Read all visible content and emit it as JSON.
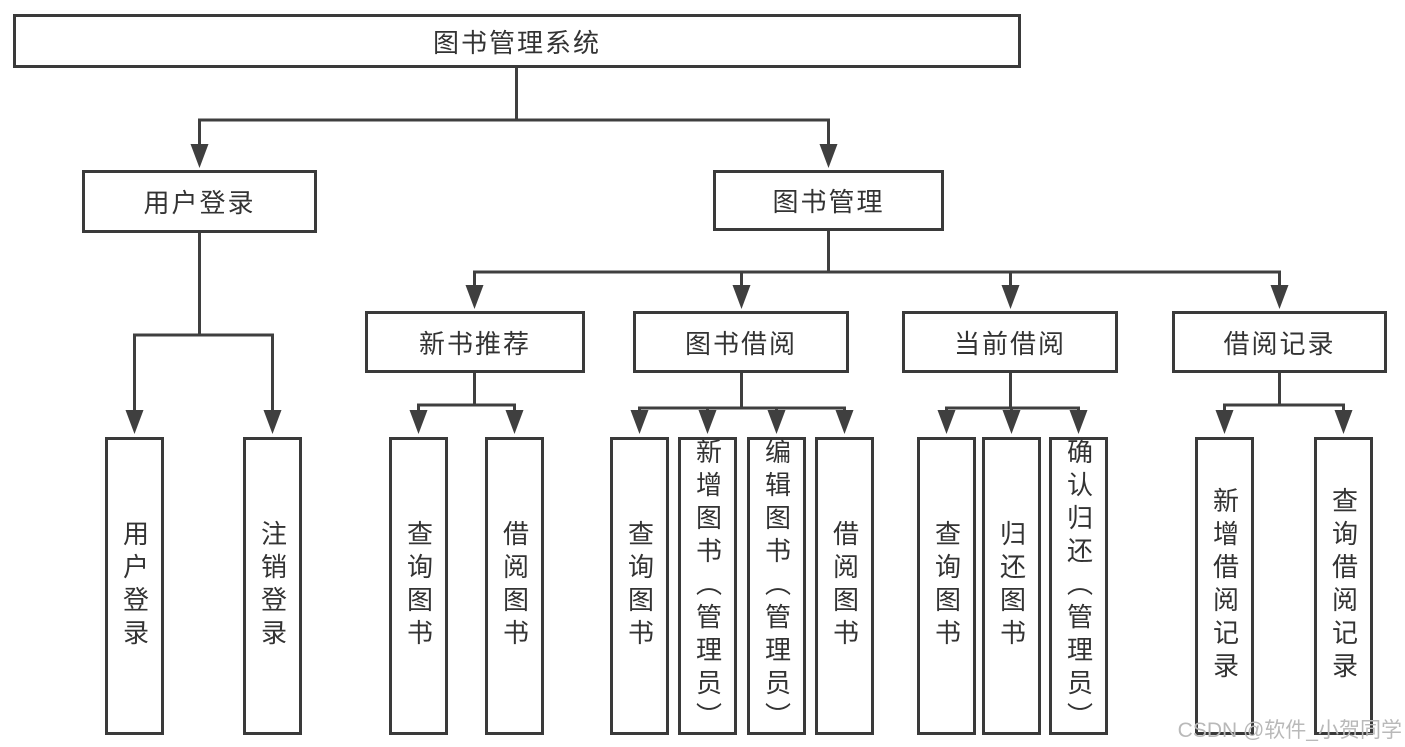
{
  "diagram": {
    "type": "hierarchy-tree",
    "watermark": "CSDN @软件_小贺同学"
  },
  "colors": {
    "line": "#3f3f3f",
    "border": "#3a3a3a",
    "text": "#333333",
    "watermark": "#b9b9b9",
    "background": "#ffffff"
  },
  "nodes": {
    "root": {
      "label": "图书管理系统"
    },
    "user_login": {
      "label": "用户登录"
    },
    "book_mgmt": {
      "label": "图书管理"
    },
    "new_book_rec": {
      "label": "新书推荐"
    },
    "book_borrow": {
      "label": "图书借阅"
    },
    "current_borrow": {
      "label": "当前借阅"
    },
    "borrow_records": {
      "label": "借阅记录"
    },
    "leaf_user_login": {
      "label": "用户登录"
    },
    "leaf_logout": {
      "label": "注销登录"
    },
    "leaf_rec_query": {
      "label": "查询图书"
    },
    "leaf_rec_borrow": {
      "label": "借阅图书"
    },
    "leaf_bb_query": {
      "label": "查询图书"
    },
    "leaf_bb_add": {
      "label": "新增图书（管理员）"
    },
    "leaf_bb_edit": {
      "label": "编辑图书（管理员）"
    },
    "leaf_bb_borrow": {
      "label": "借阅图书"
    },
    "leaf_cb_query": {
      "label": "查询图书"
    },
    "leaf_cb_return": {
      "label": "归还图书"
    },
    "leaf_cb_confirm": {
      "label": "确认归还（管理员）"
    },
    "leaf_br_add": {
      "label": "新增借阅记录"
    },
    "leaf_br_query": {
      "label": "查询借阅记录"
    }
  },
  "edges": [
    [
      "root",
      "user_login"
    ],
    [
      "root",
      "book_mgmt"
    ],
    [
      "user_login",
      "leaf_user_login"
    ],
    [
      "user_login",
      "leaf_logout"
    ],
    [
      "book_mgmt",
      "new_book_rec"
    ],
    [
      "book_mgmt",
      "book_borrow"
    ],
    [
      "book_mgmt",
      "current_borrow"
    ],
    [
      "book_mgmt",
      "borrow_records"
    ],
    [
      "new_book_rec",
      "leaf_rec_query"
    ],
    [
      "new_book_rec",
      "leaf_rec_borrow"
    ],
    [
      "book_borrow",
      "leaf_bb_query"
    ],
    [
      "book_borrow",
      "leaf_bb_add"
    ],
    [
      "book_borrow",
      "leaf_bb_edit"
    ],
    [
      "book_borrow",
      "leaf_bb_borrow"
    ],
    [
      "current_borrow",
      "leaf_cb_query"
    ],
    [
      "current_borrow",
      "leaf_cb_return"
    ],
    [
      "current_borrow",
      "leaf_cb_confirm"
    ],
    [
      "borrow_records",
      "leaf_br_add"
    ],
    [
      "borrow_records",
      "leaf_br_query"
    ]
  ]
}
